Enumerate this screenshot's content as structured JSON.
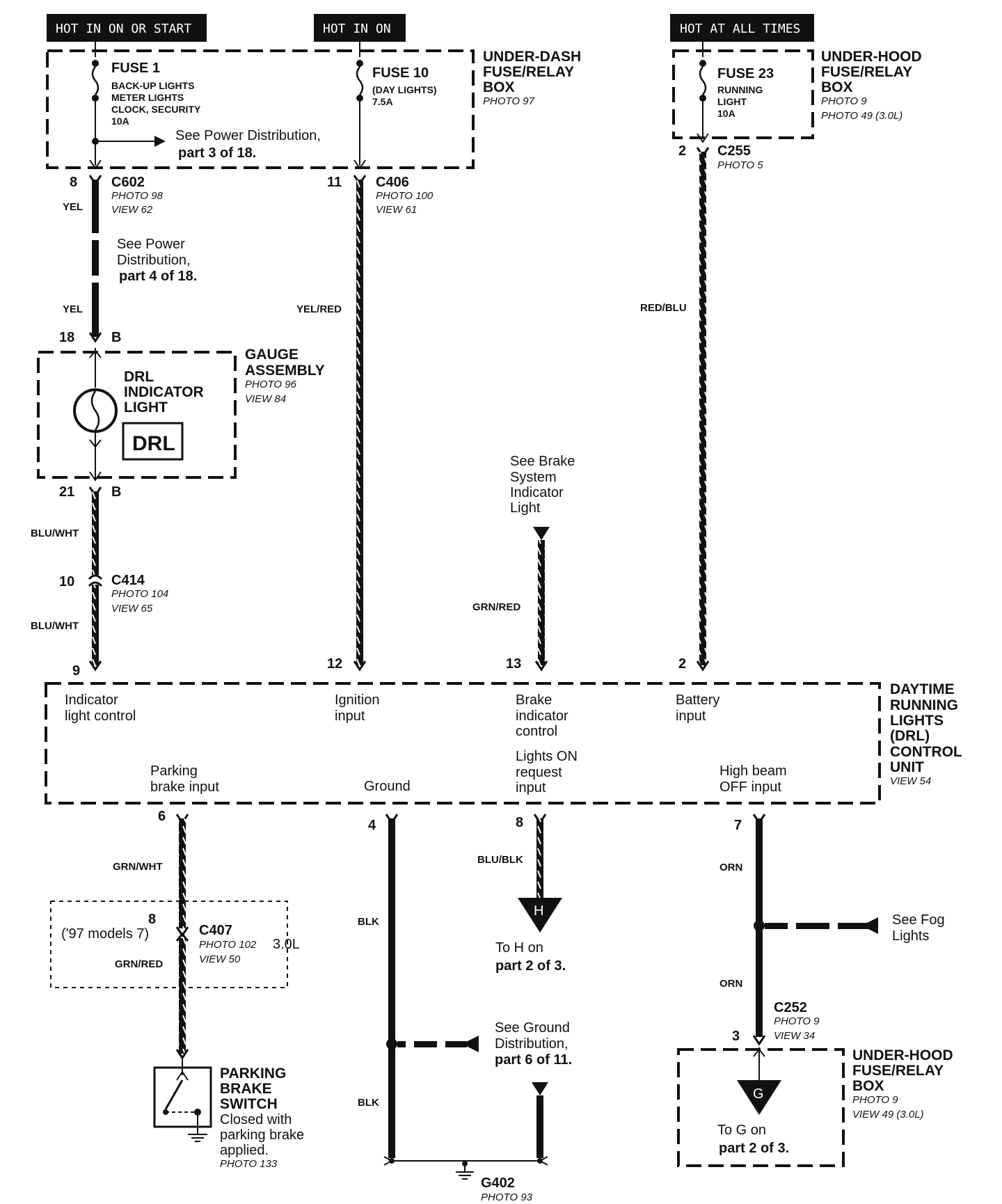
{
  "headers": {
    "hot_in_on_or_start": "HOT IN ON OR START",
    "hot_in_on": "HOT IN ON",
    "hot_at_all_times": "HOT AT ALL TIMES"
  },
  "under_dash_box": {
    "l1": "UNDER-DASH",
    "l2": "FUSE/RELAY",
    "l3": "BOX",
    "photo": "PHOTO 97"
  },
  "under_hood_box_top": {
    "l1": "UNDER-HOOD",
    "l2": "FUSE/RELAY",
    "l3": "BOX",
    "photo": "PHOTO 9",
    "photo2": "PHOTO 49 (3.0L)"
  },
  "fuse1": {
    "name": "FUSE 1",
    "l1": "BACK-UP LIGHTS",
    "l2": "METER LIGHTS",
    "l3": "CLOCK, SECURITY",
    "rating": "10A"
  },
  "fuse10": {
    "name": "FUSE 10",
    "l1": "(DAY LIGHTS)",
    "rating": "7.5A"
  },
  "fuse23": {
    "name": "FUSE 23",
    "l1": "RUNNING",
    "l2": "LIGHT",
    "rating": "10A"
  },
  "see_pd3": {
    "l1": "See Power Distribution,",
    "l2": "part 3 of 18."
  },
  "see_pd4": {
    "l1": "See Power",
    "l2": "Distribution,",
    "l3": "part 4 of 18."
  },
  "c602": {
    "name": "C602",
    "photo": "PHOTO 98",
    "view": "VIEW 62",
    "pin": "8"
  },
  "c406": {
    "name": "C406",
    "photo": "PHOTO 100",
    "view": "VIEW 61",
    "pin": "11"
  },
  "c255": {
    "name": "C255",
    "photo": "PHOTO 5",
    "pin": "2"
  },
  "wires": {
    "yel": "YEL",
    "yel_red": "YEL/RED",
    "red_blu": "RED/BLU",
    "blu_wht": "BLU/WHT",
    "grn_red": "GRN/RED",
    "grn_wht": "GRN/WHT",
    "blk": "BLK",
    "blu_blk": "BLU/BLK",
    "orn": "ORN"
  },
  "gauge": {
    "pin_in": "18",
    "pin_in_l": "B",
    "pin_out": "21",
    "pin_out_l": "B",
    "l1": "GAUGE",
    "l2": "ASSEMBLY",
    "photo": "PHOTO 96",
    "view": "VIEW 84",
    "drl1": "DRL",
    "drl2": "INDICATOR",
    "drl3": "LIGHT",
    "badge": "DRL"
  },
  "c414": {
    "name": "C414",
    "photo": "PHOTO 104",
    "view": "VIEW 65",
    "pin": "10"
  },
  "see_brake": {
    "l1": "See Brake",
    "l2": "System",
    "l3": "Indicator",
    "l4": "Light"
  },
  "drl_unit": {
    "t1": "DAYTIME",
    "t2": "RUNNING",
    "t3": "LIGHTS",
    "t4": "(DRL)",
    "t5": "CONTROL",
    "t6": "UNIT",
    "view": "VIEW 54",
    "ind1": "Indicator",
    "ind2": "light control",
    "ign1": "Ignition",
    "ign2": "input",
    "brk1": "Brake",
    "brk2": "indicator",
    "brk3": "control",
    "bat1": "Battery",
    "bat2": "input",
    "pk1": "Parking",
    "pk2": "brake input",
    "gnd": "Ground",
    "lo1": "Lights ON",
    "lo2": "request",
    "lo3": "input",
    "hb1": "High beam",
    "hb2": "OFF input",
    "p9": "9",
    "p12": "12",
    "p13": "13",
    "p2": "2",
    "p6": "6",
    "p4": "4",
    "p8": "8",
    "p7": "7"
  },
  "c407": {
    "name": "C407",
    "photo": "PHOTO 102",
    "view": "VIEW 50",
    "pin": "8",
    "note": "('97 models 7)",
    "eng": "3.0L"
  },
  "parking_switch": {
    "l1": "PARKING",
    "l2": "BRAKE",
    "l3": "SWITCH",
    "l4": "Closed with",
    "l5": "parking brake",
    "l6": "applied.",
    "photo": "PHOTO 133"
  },
  "to_h": {
    "letter": "H",
    "l1": "To H on",
    "l2": "part 2 of 3."
  },
  "see_ground": {
    "l1": "See Ground",
    "l2": "Distribution,",
    "l3": "part 6 of 11."
  },
  "g402": {
    "name": "G402",
    "photo": "PHOTO 93"
  },
  "see_fog": {
    "l1": "See Fog",
    "l2": "Lights"
  },
  "c252": {
    "name": "C252",
    "photo": "PHOTO 9",
    "view": "VIEW 34",
    "pin": "3"
  },
  "under_hood_box_bot": {
    "l1": "UNDER-HOOD",
    "l2": "FUSE/RELAY",
    "l3": "BOX",
    "photo": "PHOTO 9",
    "view": "VIEW 49 (3.0L)"
  },
  "to_g": {
    "letter": "G",
    "l1": "To  G on",
    "l2": "part 2 of 3."
  }
}
